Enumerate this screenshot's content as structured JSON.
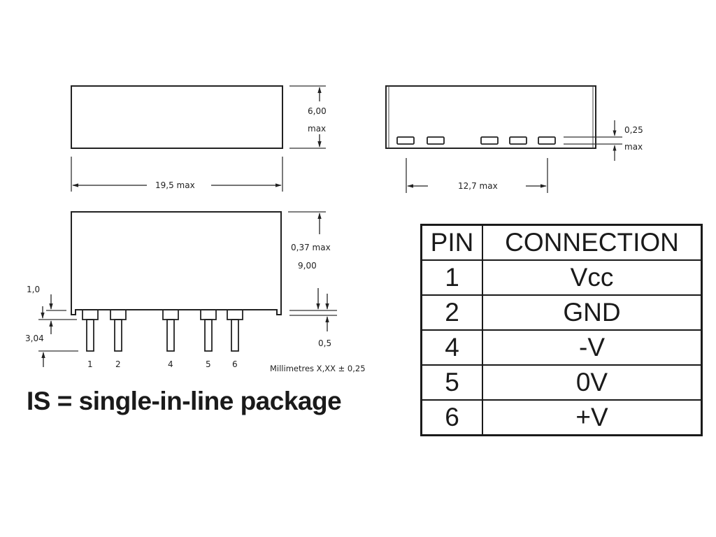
{
  "front_view": {
    "width_label": "19,5 max",
    "height_label_value": "6,00",
    "height_label_unit": "max"
  },
  "end_view": {
    "pin_span_label": "12,7 max",
    "pin_offset_value": "0,25",
    "pin_offset_unit": "max"
  },
  "side_view": {
    "top_label": "0,37 max",
    "height_label": "9,00",
    "standoff_label": "1,0",
    "pin_length_label": "3,04",
    "pin_width_label": "0,5",
    "pins": [
      "1",
      "2",
      "4",
      "5",
      "6"
    ]
  },
  "units_note": "Millimetres X,XX ± 0,25",
  "caption": "IS = single-in-line package",
  "pin_table": {
    "headers": [
      "PIN",
      "CONNECTION"
    ],
    "rows": [
      {
        "pin": "1",
        "connection": "Vcc"
      },
      {
        "pin": "2",
        "connection": "GND"
      },
      {
        "pin": "4",
        "connection": "-V"
      },
      {
        "pin": "5",
        "connection": "0V"
      },
      {
        "pin": "6",
        "connection": "+V"
      }
    ]
  }
}
